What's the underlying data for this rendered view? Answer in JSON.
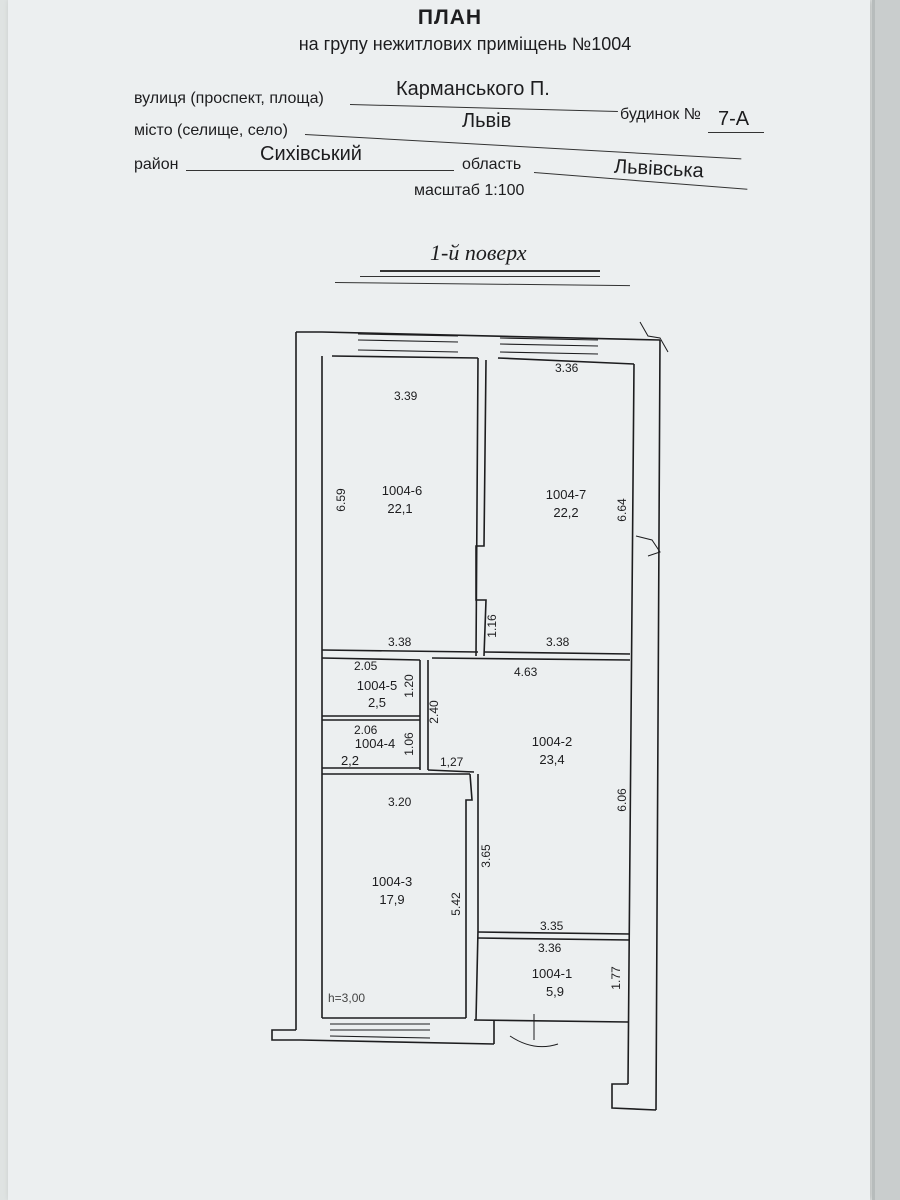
{
  "header": {
    "title": "ПЛАН",
    "subtitle": "на групу нежитлових приміщень №1004",
    "street_label": "вулиця (проспект, площа)",
    "street_value": "Карманського П.",
    "building_label": "будинок №",
    "building_value": "7-А",
    "city_label": "місто (селище, село)",
    "city_value": "Львів",
    "district_label": "район",
    "district_value": "Сихівський",
    "region_label": "область",
    "region_value": "Львівська",
    "scale": "масштаб 1:100",
    "floor": "1-й поверх"
  },
  "rooms": [
    {
      "id": "1004-6",
      "area": "22,1"
    },
    {
      "id": "1004-7",
      "area": "22,2"
    },
    {
      "id": "1004-5",
      "area": "2,5"
    },
    {
      "id": "1004-4",
      "area": "2,2"
    },
    {
      "id": "1004-2",
      "area": "23,4"
    },
    {
      "id": "1004-3",
      "area": "17,9"
    },
    {
      "id": "1004-1",
      "area": "5,9"
    }
  ],
  "dimensions": {
    "r6_top": "3.39",
    "r6_left": "6.59",
    "r6_bottom": "3.38",
    "r7_top": "3.36",
    "r7_right": "6.64",
    "r7_bottom": "3.38",
    "r7_notch": "1.16",
    "r5_top": "2.05",
    "r5_side": "1.20",
    "r5_r4_right": "2.40",
    "r4_top": "2.06",
    "r4_side": "1.06",
    "r2_top": "4.63",
    "r2_right": "6.06",
    "r2_bottom": "3.35",
    "r2_step": "1,27",
    "r3_top": "3.20",
    "r3_mid": "3.65",
    "r3_right": "5.42",
    "r1_top": "3.36",
    "r1_right": "1.77"
  },
  "height_label": "h=3,00",
  "colors": {
    "paper": "#eceff0",
    "ink": "#1d1d1f"
  }
}
